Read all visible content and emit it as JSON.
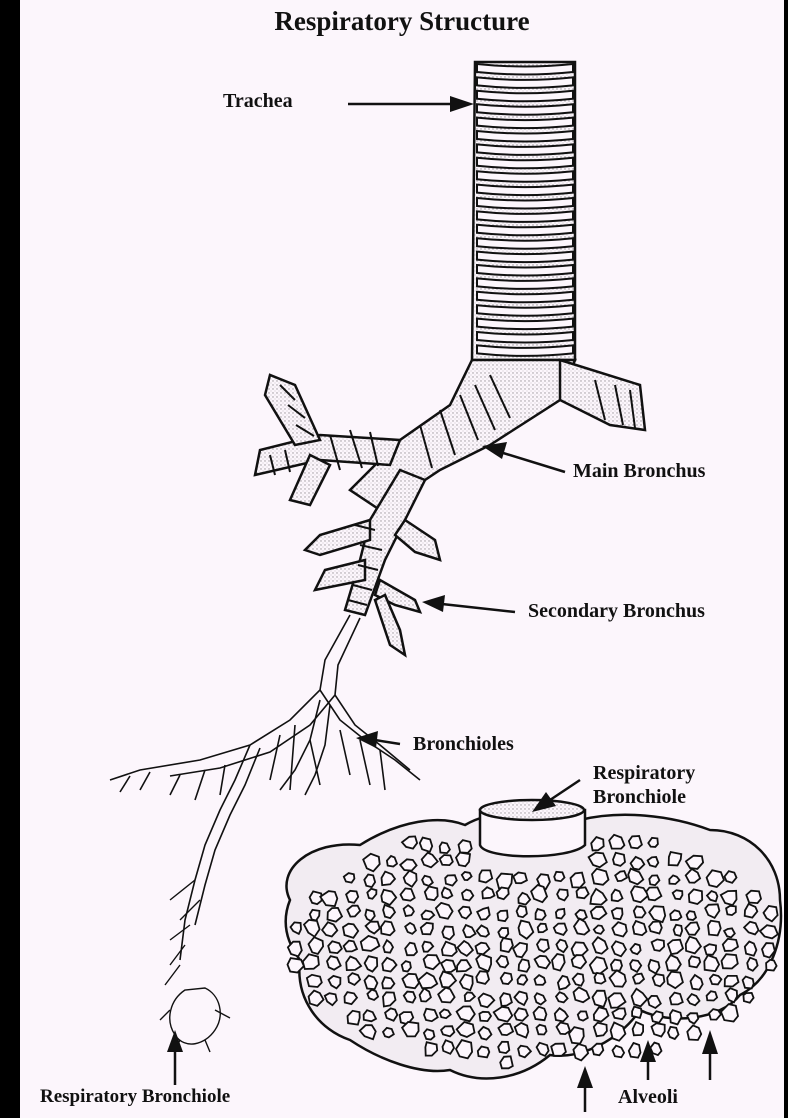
{
  "title": "Respiratory Structure",
  "labels": {
    "trachea": "Trachea",
    "main_bronchus": "Main Bronchus",
    "secondary_bronchus": "Secondary Bronchus",
    "bronchioles": "Bronchioles",
    "respiratory_bronchiole_top_line1": "Respiratory",
    "respiratory_bronchiole_top_line2": "Bronchiole",
    "respiratory_bronchiole_bottom": "Respiratory Bronchiole",
    "alveoli": "Alveoli"
  },
  "colors": {
    "background": "#fcf6fc",
    "frame": "#000000",
    "ink": "#111111",
    "stipple": "#d8d2d8"
  }
}
